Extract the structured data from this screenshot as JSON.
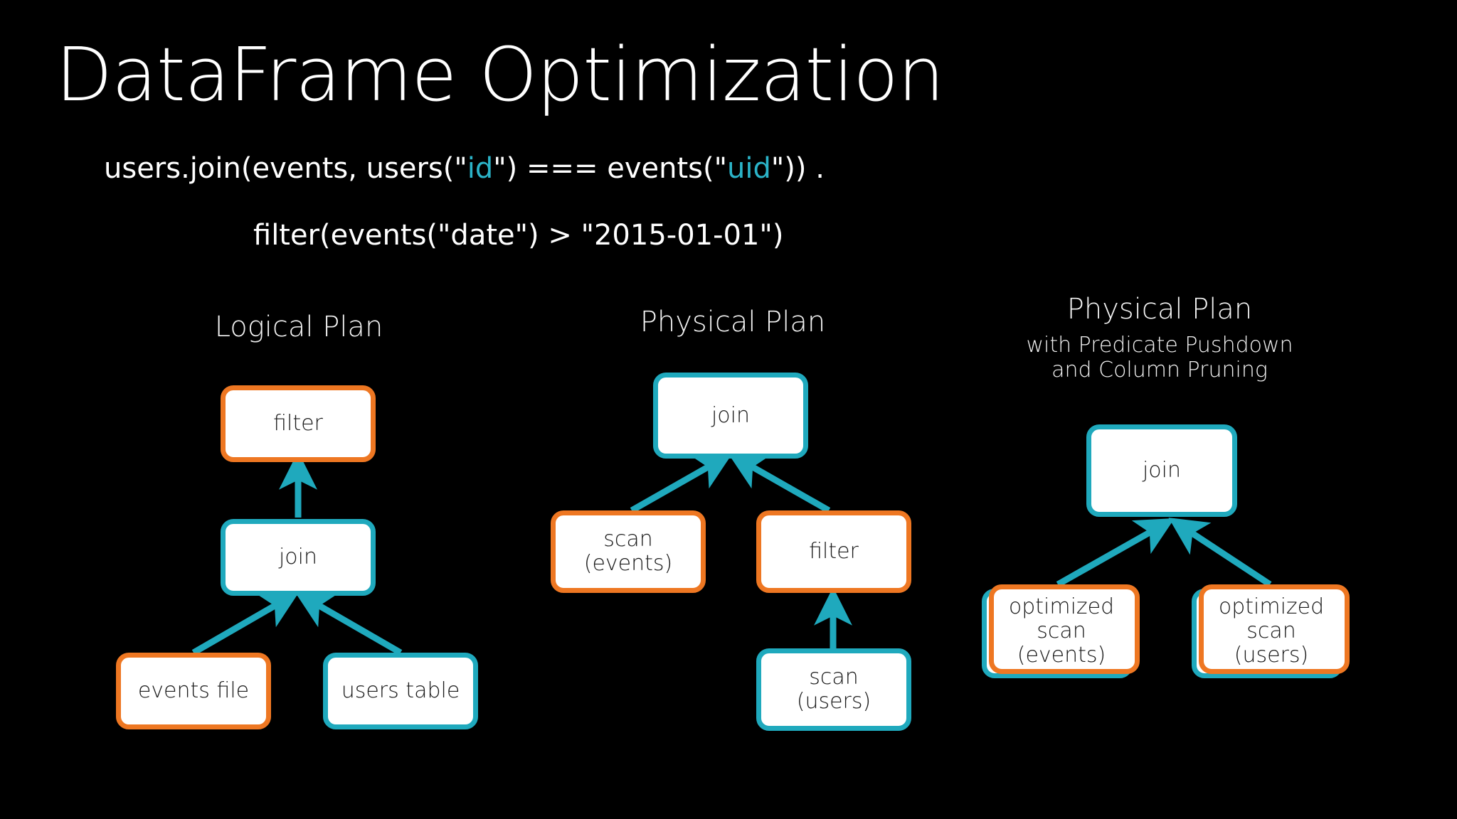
{
  "slide": {
    "background_color": "#000000",
    "title": "DataFrame Optimization",
    "accent_orange": "#ee7722",
    "accent_teal": "#1fa9bd",
    "code": {
      "line1_a": "users.join(events, users(\"",
      "line1_id": "id",
      "line1_b": "\") === events(\"",
      "line1_uid": "uid",
      "line1_c": "\")) .",
      "line2": "filter(events(\"date\") > \"2015-01-01\")"
    },
    "columns": {
      "logical": {
        "title": "Logical Plan",
        "nodes": {
          "filter": "filter",
          "join": "join",
          "events_file": "events file",
          "users_table": "users table"
        }
      },
      "physical": {
        "title": "Physical Plan",
        "nodes": {
          "join": "join",
          "scan_events_l1": "scan",
          "scan_events_l2": "(events)",
          "filter": "filter",
          "scan_users_l1": "scan",
          "scan_users_l2": "(users)"
        }
      },
      "physical_optimized": {
        "title": "Physical Plan",
        "subtitle_line1": "with Predicate Pushdown",
        "subtitle_line2": "and Column Pruning",
        "nodes": {
          "join": "join",
          "opt_events_l1": "optimized",
          "opt_events_l2": "scan",
          "opt_events_l3": "(events)",
          "opt_users_l1": "optimized",
          "opt_users_l2": "scan",
          "opt_users_l3": "(users)"
        }
      }
    }
  }
}
